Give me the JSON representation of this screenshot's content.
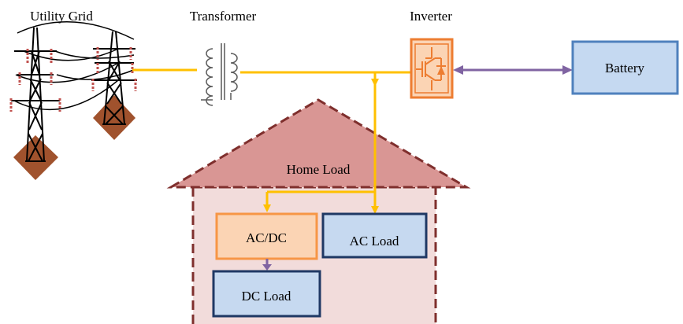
{
  "labels": {
    "utility_grid": "Utility Grid",
    "transformer": "Transformer",
    "inverter": "Inverter",
    "battery": "Battery",
    "home_load": "Home Load",
    "acdc": "AC/DC",
    "ac_load": "AC Load",
    "dc_load": "DC Load"
  },
  "colors": {
    "ac_line": "#FFC000",
    "dc_line": "#8064A2",
    "battery_fill": "#C5D9F1",
    "battery_stroke": "#4F81BD",
    "inverter": "#ED7D31",
    "roof_fill": "#D99694",
    "roof_stroke": "#7F2F2D",
    "house_fill": "#F2DCDB",
    "load_fill": "#C6D9F0",
    "load_stroke": "#1F3864",
    "acdc_fill": "#FBD4B4",
    "acdc_stroke": "#F79646",
    "tower_base": "#A0522D",
    "insulator": "#C0504D"
  },
  "icons": {
    "towers": "transmission-tower-icon",
    "transformer": "transformer-coil-icon",
    "inverter": "igbt-switch-icon"
  }
}
